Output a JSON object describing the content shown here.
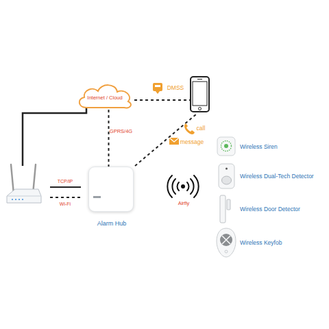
{
  "diagram": {
    "nodes": [
      {
        "text": [
          "Internet / Cloud"
        ]
      },
      {
        "text": [
          "Alarm Hub"
        ]
      },
      {
        "text": [
          "Wireless Siren"
        ]
      },
      {
        "text": [
          "Wireless Dual-Tech Detector"
        ]
      },
      {
        "text": [
          "Wireless Door Detector"
        ]
      },
      {
        "text": [
          "Wireless Keyfob"
        ]
      }
    ],
    "edges": [
      {
        "from": 0,
        "to": 1,
        "label": "GPRS/4G",
        "arrow": "none"
      }
    ],
    "labels": [
      "DMSS",
      "call",
      "message",
      "TCP/IP",
      "Wi-Fi",
      "Airfly"
    ]
  }
}
